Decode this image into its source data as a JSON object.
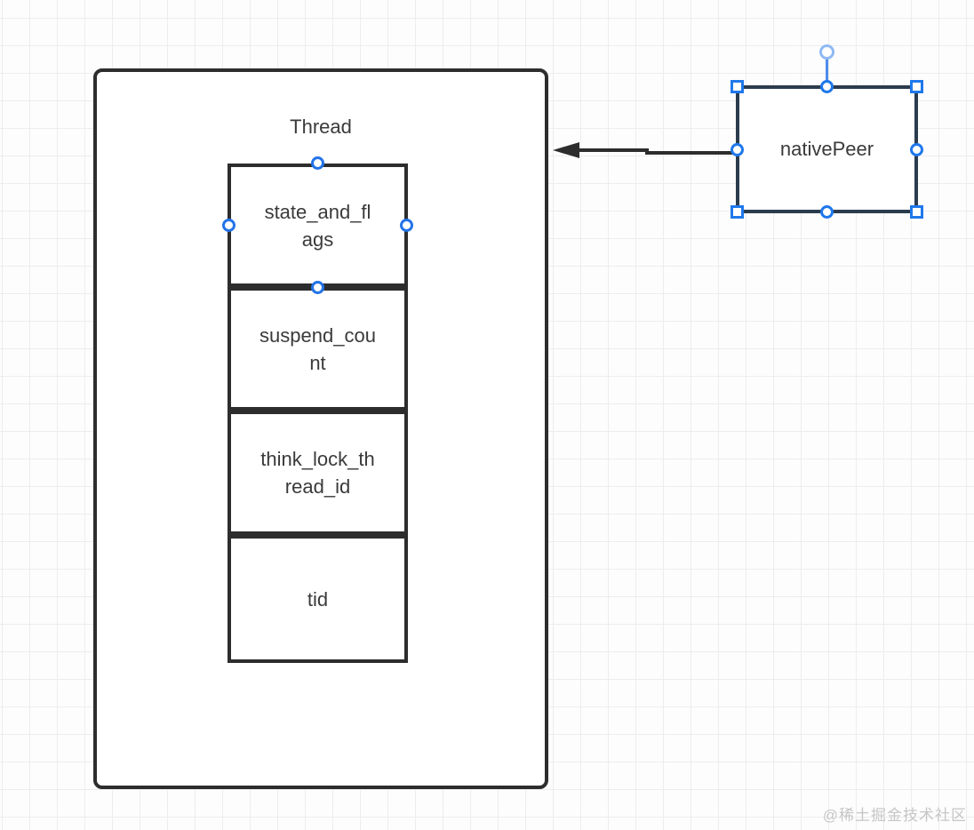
{
  "colors": {
    "shape_border": "#2d2d2d",
    "selected_shape_border": "#2b3c4e",
    "handle_blue": "#1f78eb",
    "connection_point_blue": "#2373e8",
    "rotate_handle_blue": "#90b9f4",
    "text": "#3a3a3a",
    "grid": "#ededed",
    "arrow": "#2d2d2d",
    "watermark": "#c6c6c6"
  },
  "thread_box": {
    "title": "Thread",
    "rows": [
      {
        "label": "state_and_flags",
        "lines": [
          "state_and_fl",
          "ags"
        ]
      },
      {
        "label": "suspend_count",
        "lines": [
          "suspend_cou",
          "nt"
        ]
      },
      {
        "label": "think_lock_thread_id",
        "lines": [
          "think_lock_th",
          "read_id"
        ]
      },
      {
        "label": "tid",
        "lines": [
          "tid"
        ]
      }
    ]
  },
  "native_peer": {
    "label": "nativePeer",
    "selected": true
  },
  "connector": {
    "from": "nativePeer",
    "to": "Thread",
    "arrowhead": "left"
  },
  "watermark": {
    "text": "@稀土掘金技术社区"
  }
}
